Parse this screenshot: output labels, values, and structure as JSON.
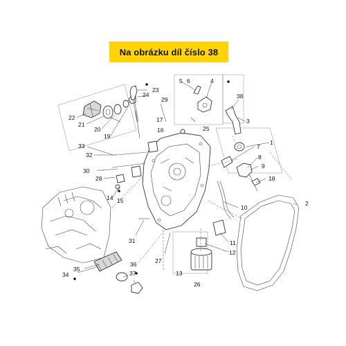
{
  "banner": {
    "text": "Na obrázku díl číslo 38"
  },
  "callouts": [
    {
      "id": "n1",
      "text": "1"
    },
    {
      "id": "n2",
      "text": "2"
    },
    {
      "id": "n3",
      "text": "3"
    },
    {
      "id": "n4",
      "text": "4"
    },
    {
      "id": "n5",
      "text": "5"
    },
    {
      "id": "n6",
      "text": "6"
    },
    {
      "id": "n7",
      "text": "7"
    },
    {
      "id": "n8",
      "text": "8"
    },
    {
      "id": "n9",
      "text": "9"
    },
    {
      "id": "n10",
      "text": "10"
    },
    {
      "id": "n11",
      "text": "11"
    },
    {
      "id": "n12",
      "text": "12"
    },
    {
      "id": "n13",
      "text": "13"
    },
    {
      "id": "n14",
      "text": "14"
    },
    {
      "id": "n15",
      "text": "15"
    },
    {
      "id": "n16",
      "text": "16"
    },
    {
      "id": "n17",
      "text": "17"
    },
    {
      "id": "n18",
      "text": "18"
    },
    {
      "id": "n19",
      "text": "19"
    },
    {
      "id": "n20",
      "text": "20"
    },
    {
      "id": "n21",
      "text": "21"
    },
    {
      "id": "n22",
      "text": "22"
    },
    {
      "id": "n23",
      "text": "23"
    },
    {
      "id": "n24",
      "text": "24"
    },
    {
      "id": "n25",
      "text": "25"
    },
    {
      "id": "n26",
      "text": "26"
    },
    {
      "id": "n27",
      "text": "27"
    },
    {
      "id": "n28",
      "text": "28"
    },
    {
      "id": "n29",
      "text": "29"
    },
    {
      "id": "n30",
      "text": "30"
    },
    {
      "id": "n31",
      "text": "31"
    },
    {
      "id": "n32",
      "text": "32"
    },
    {
      "id": "n33",
      "text": "33"
    },
    {
      "id": "n34",
      "text": "34"
    },
    {
      "id": "n35",
      "text": "35"
    },
    {
      "id": "n36",
      "text": "36"
    },
    {
      "id": "n37",
      "text": "37"
    },
    {
      "id": "n38",
      "text": "38"
    }
  ]
}
